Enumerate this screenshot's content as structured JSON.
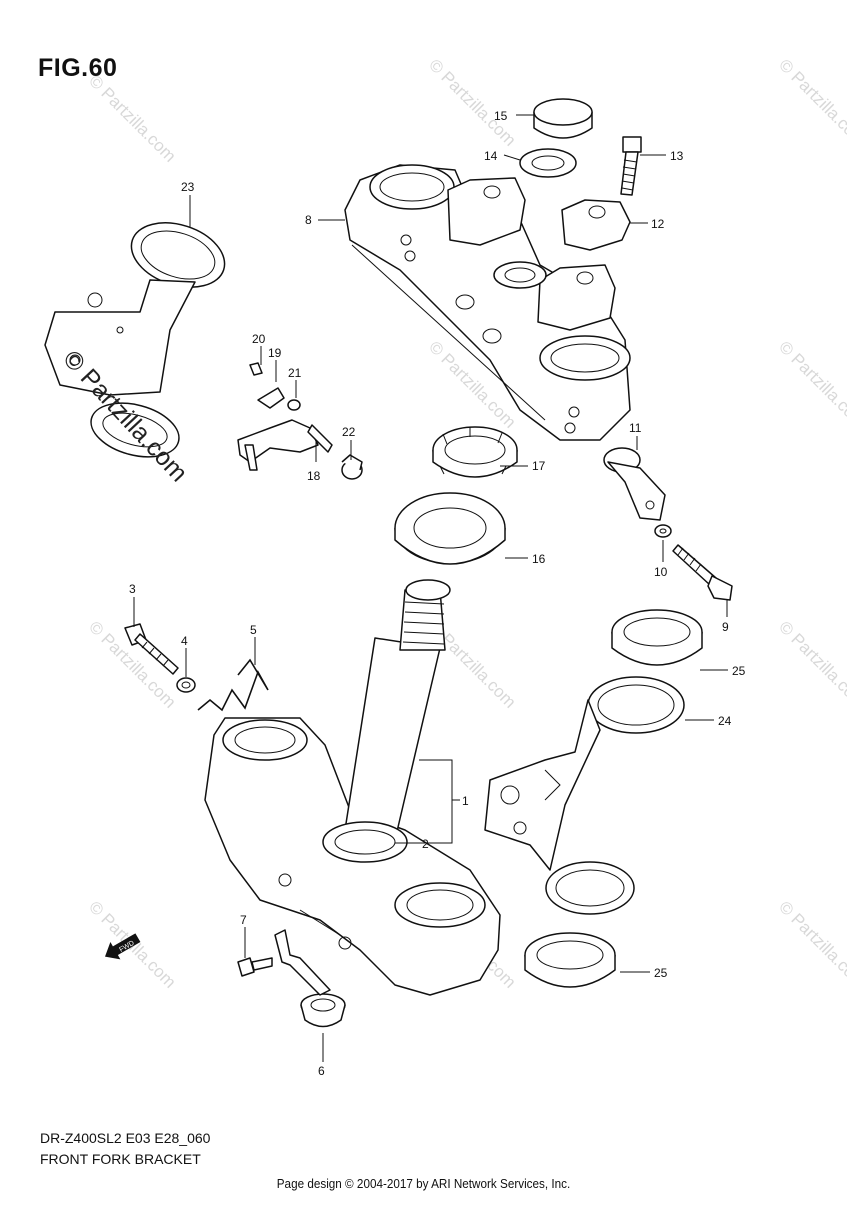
{
  "figure": {
    "title": "FIG.60",
    "model_code": "DR-Z400SL2 E03 E28_060",
    "section_name": "FRONT FORK BRACKET"
  },
  "footer": {
    "text": "Page design © 2004-2017 by ARI Network Services, Inc."
  },
  "watermark": {
    "text": "© Partzilla.com",
    "color": "#d8d8d8"
  },
  "fwd_badge": {
    "text": "FWD"
  },
  "callouts": [
    {
      "number": "1"
    },
    {
      "number": "2"
    },
    {
      "number": "3"
    },
    {
      "number": "4"
    },
    {
      "number": "5"
    },
    {
      "number": "6"
    },
    {
      "number": "7"
    },
    {
      "number": "8"
    },
    {
      "number": "9"
    },
    {
      "number": "10"
    },
    {
      "number": "11"
    },
    {
      "number": "12"
    },
    {
      "number": "13"
    },
    {
      "number": "14"
    },
    {
      "number": "15"
    },
    {
      "number": "16"
    },
    {
      "number": "17"
    },
    {
      "number": "18"
    },
    {
      "number": "19"
    },
    {
      "number": "20"
    },
    {
      "number": "21"
    },
    {
      "number": "22"
    },
    {
      "number": "23"
    },
    {
      "number": "24"
    },
    {
      "number": "25"
    },
    {
      "number": "25"
    }
  ]
}
